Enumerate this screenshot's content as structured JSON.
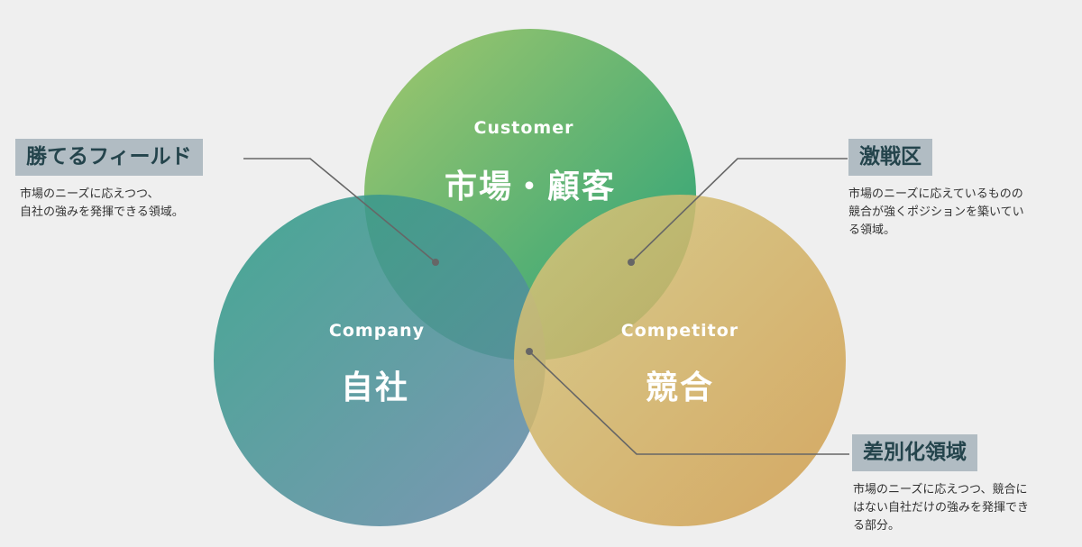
{
  "circles": {
    "customer": {
      "en": "Customer",
      "ja": "市場・顧客"
    },
    "company": {
      "en": "Company",
      "ja": "自社"
    },
    "competitor": {
      "en": "Competitor",
      "ja": "競合"
    }
  },
  "callouts": {
    "winning_field": {
      "title": "勝てるフィールド",
      "lines": [
        "市場のニーズに応えつつ、",
        "自社の強みを発揮できる領域。"
      ]
    },
    "fierce_battle": {
      "title": "激戦区",
      "lines": [
        "市場のニーズに応えているものの",
        "競合が強くポジションを築いてい",
        "る領域。"
      ]
    },
    "differentiation": {
      "title": "差別化領域",
      "lines": [
        "市場のニーズに応えつつ、競合に",
        "はない自社だけの強みを発揮でき",
        "る部分。"
      ]
    }
  },
  "colors": {
    "background": "#efefef",
    "customer_from": "#9cc46c",
    "customer_to": "#2ea375",
    "company_from": "#2f9e86",
    "company_to": "#6489a8",
    "competitor_from": "#d3c27a",
    "competitor_to": "#d0a052",
    "tag_bg": "#b1bcc3",
    "tag_text": "#24444c",
    "leader_line": "#666666"
  }
}
